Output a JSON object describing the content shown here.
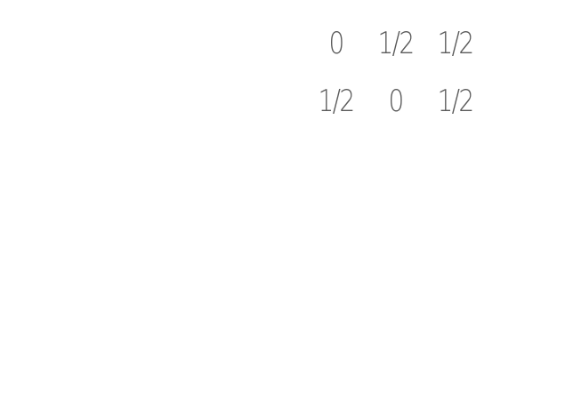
{
  "matrix": {
    "rows": [
      [
        "0",
        "1/2",
        "1/2"
      ],
      [
        "1/2",
        "0",
        "1/2"
      ]
    ]
  },
  "colors": {
    "text": "#5a5a5a",
    "background": "#ffffff"
  }
}
